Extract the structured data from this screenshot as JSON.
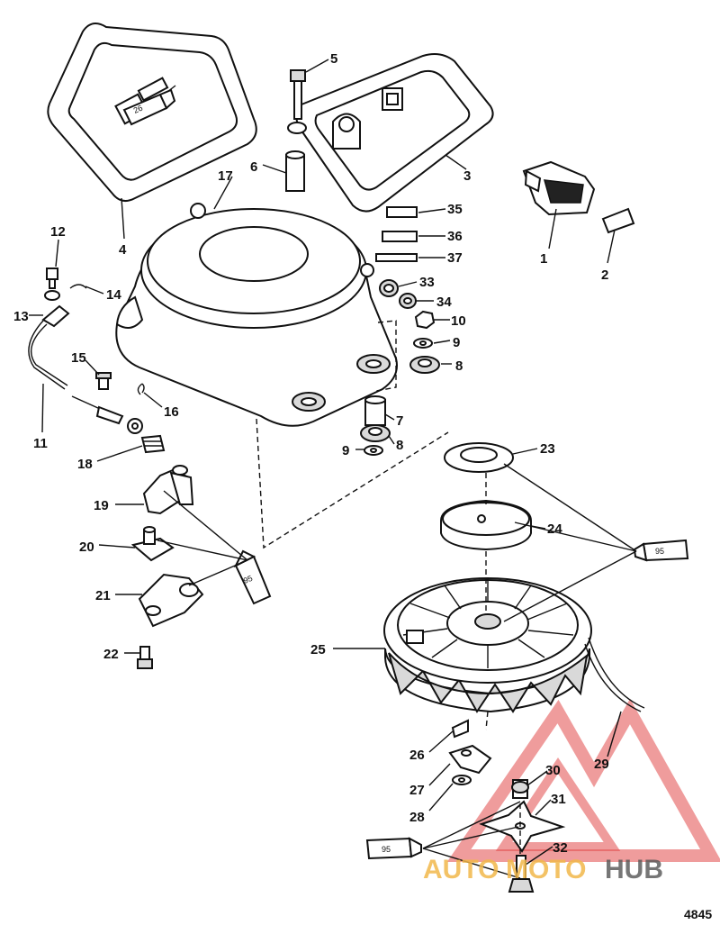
{
  "figure_number": "4845",
  "callouts": [
    "1",
    "2",
    "3",
    "4",
    "5",
    "6",
    "7",
    "8",
    "9",
    "10",
    "11",
    "12",
    "13",
    "14",
    "15",
    "16",
    "17",
    "18",
    "19",
    "20",
    "21",
    "22",
    "23",
    "24",
    "25",
    "26",
    "27",
    "28",
    "29",
    "30",
    "31",
    "32",
    "33",
    "34",
    "35",
    "36",
    "37"
  ],
  "tube_labels": [
    "26",
    "95",
    "95",
    "95"
  ],
  "watermark": {
    "part1": "AUTO",
    "part2": "MOTO",
    "part3": "HUB"
  },
  "colors": {
    "line": "#111111",
    "watermark_red": "#e24a4a",
    "watermark_yellow": "#f2b84b",
    "watermark_gray": "#555555"
  }
}
